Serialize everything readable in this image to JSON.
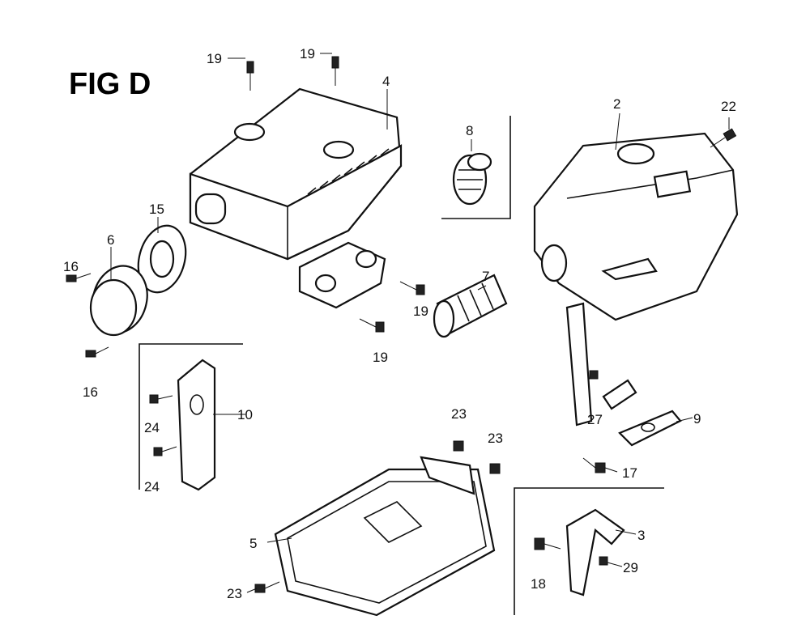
{
  "figure_title": "FIG D",
  "callouts": [
    {
      "id": "c19a",
      "text": "19"
    },
    {
      "id": "c19b",
      "text": "19"
    },
    {
      "id": "c4",
      "text": "4"
    },
    {
      "id": "c2",
      "text": "2"
    },
    {
      "id": "c22",
      "text": "22"
    },
    {
      "id": "c8",
      "text": "8"
    },
    {
      "id": "c15",
      "text": "15"
    },
    {
      "id": "c6",
      "text": "6"
    },
    {
      "id": "c16a",
      "text": "16"
    },
    {
      "id": "c16b",
      "text": "16"
    },
    {
      "id": "c7",
      "text": "7"
    },
    {
      "id": "c19c",
      "text": "19"
    },
    {
      "id": "c19d",
      "text": "19"
    },
    {
      "id": "c10",
      "text": "10"
    },
    {
      "id": "c24a",
      "text": "24"
    },
    {
      "id": "c24b",
      "text": "24"
    },
    {
      "id": "c23a",
      "text": "23"
    },
    {
      "id": "c23b",
      "text": "23"
    },
    {
      "id": "c27",
      "text": "27"
    },
    {
      "id": "c9",
      "text": "9"
    },
    {
      "id": "c17",
      "text": "17"
    },
    {
      "id": "c5",
      "text": "5"
    },
    {
      "id": "c23c",
      "text": "23"
    },
    {
      "id": "c3",
      "text": "3"
    },
    {
      "id": "c18",
      "text": "18"
    },
    {
      "id": "c29",
      "text": "29"
    }
  ]
}
